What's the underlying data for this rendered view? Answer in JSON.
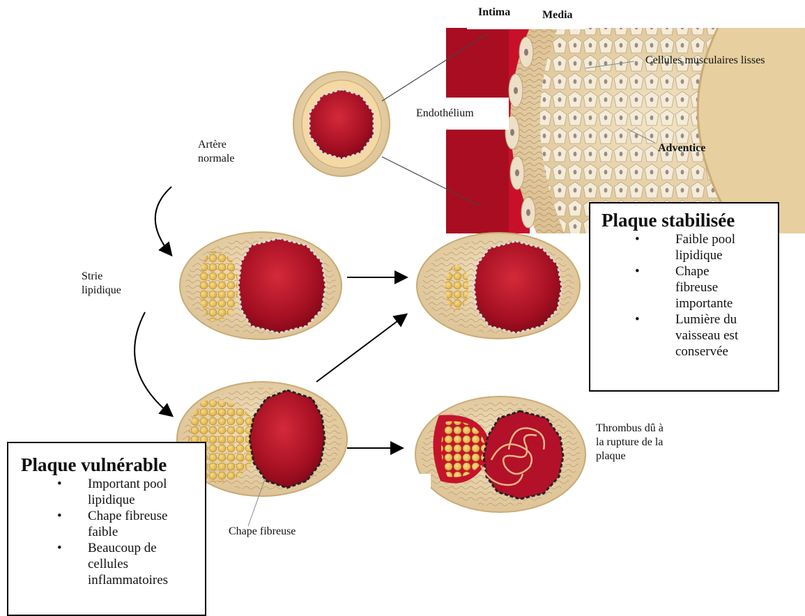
{
  "labels": {
    "intima": "Intima",
    "media": "Media",
    "smooth_muscle": "Cellules musculaires lisses",
    "endothelium": "Endothélium",
    "adventitia": "Adventice",
    "normal_artery": "Artère\nnormale",
    "fatty_streak": "Strie\nlipidique",
    "fibrous_cap": "Chape fibreuse",
    "thrombus": "Thrombus dû à\nla rupture de la\nplaque"
  },
  "stable_plaque": {
    "title": "Plaque stabilisée",
    "items": [
      "Faible pool lipidique",
      "Chape fibreuse importante",
      "Lumière du vaisseau est conservée"
    ]
  },
  "vulnerable_plaque": {
    "title": "Plaque vulnérable",
    "items": [
      "Important pool lipidique",
      "Chape fibreuse faible",
      "Beaucoup de cellules inflammatoires"
    ]
  },
  "colors": {
    "lumen": "#b3102a",
    "vessel_wall": "#ecd9b5",
    "fibrous_tissue": "#e4c894",
    "lipid": "#e8c25a",
    "blood": "#c4142b"
  }
}
